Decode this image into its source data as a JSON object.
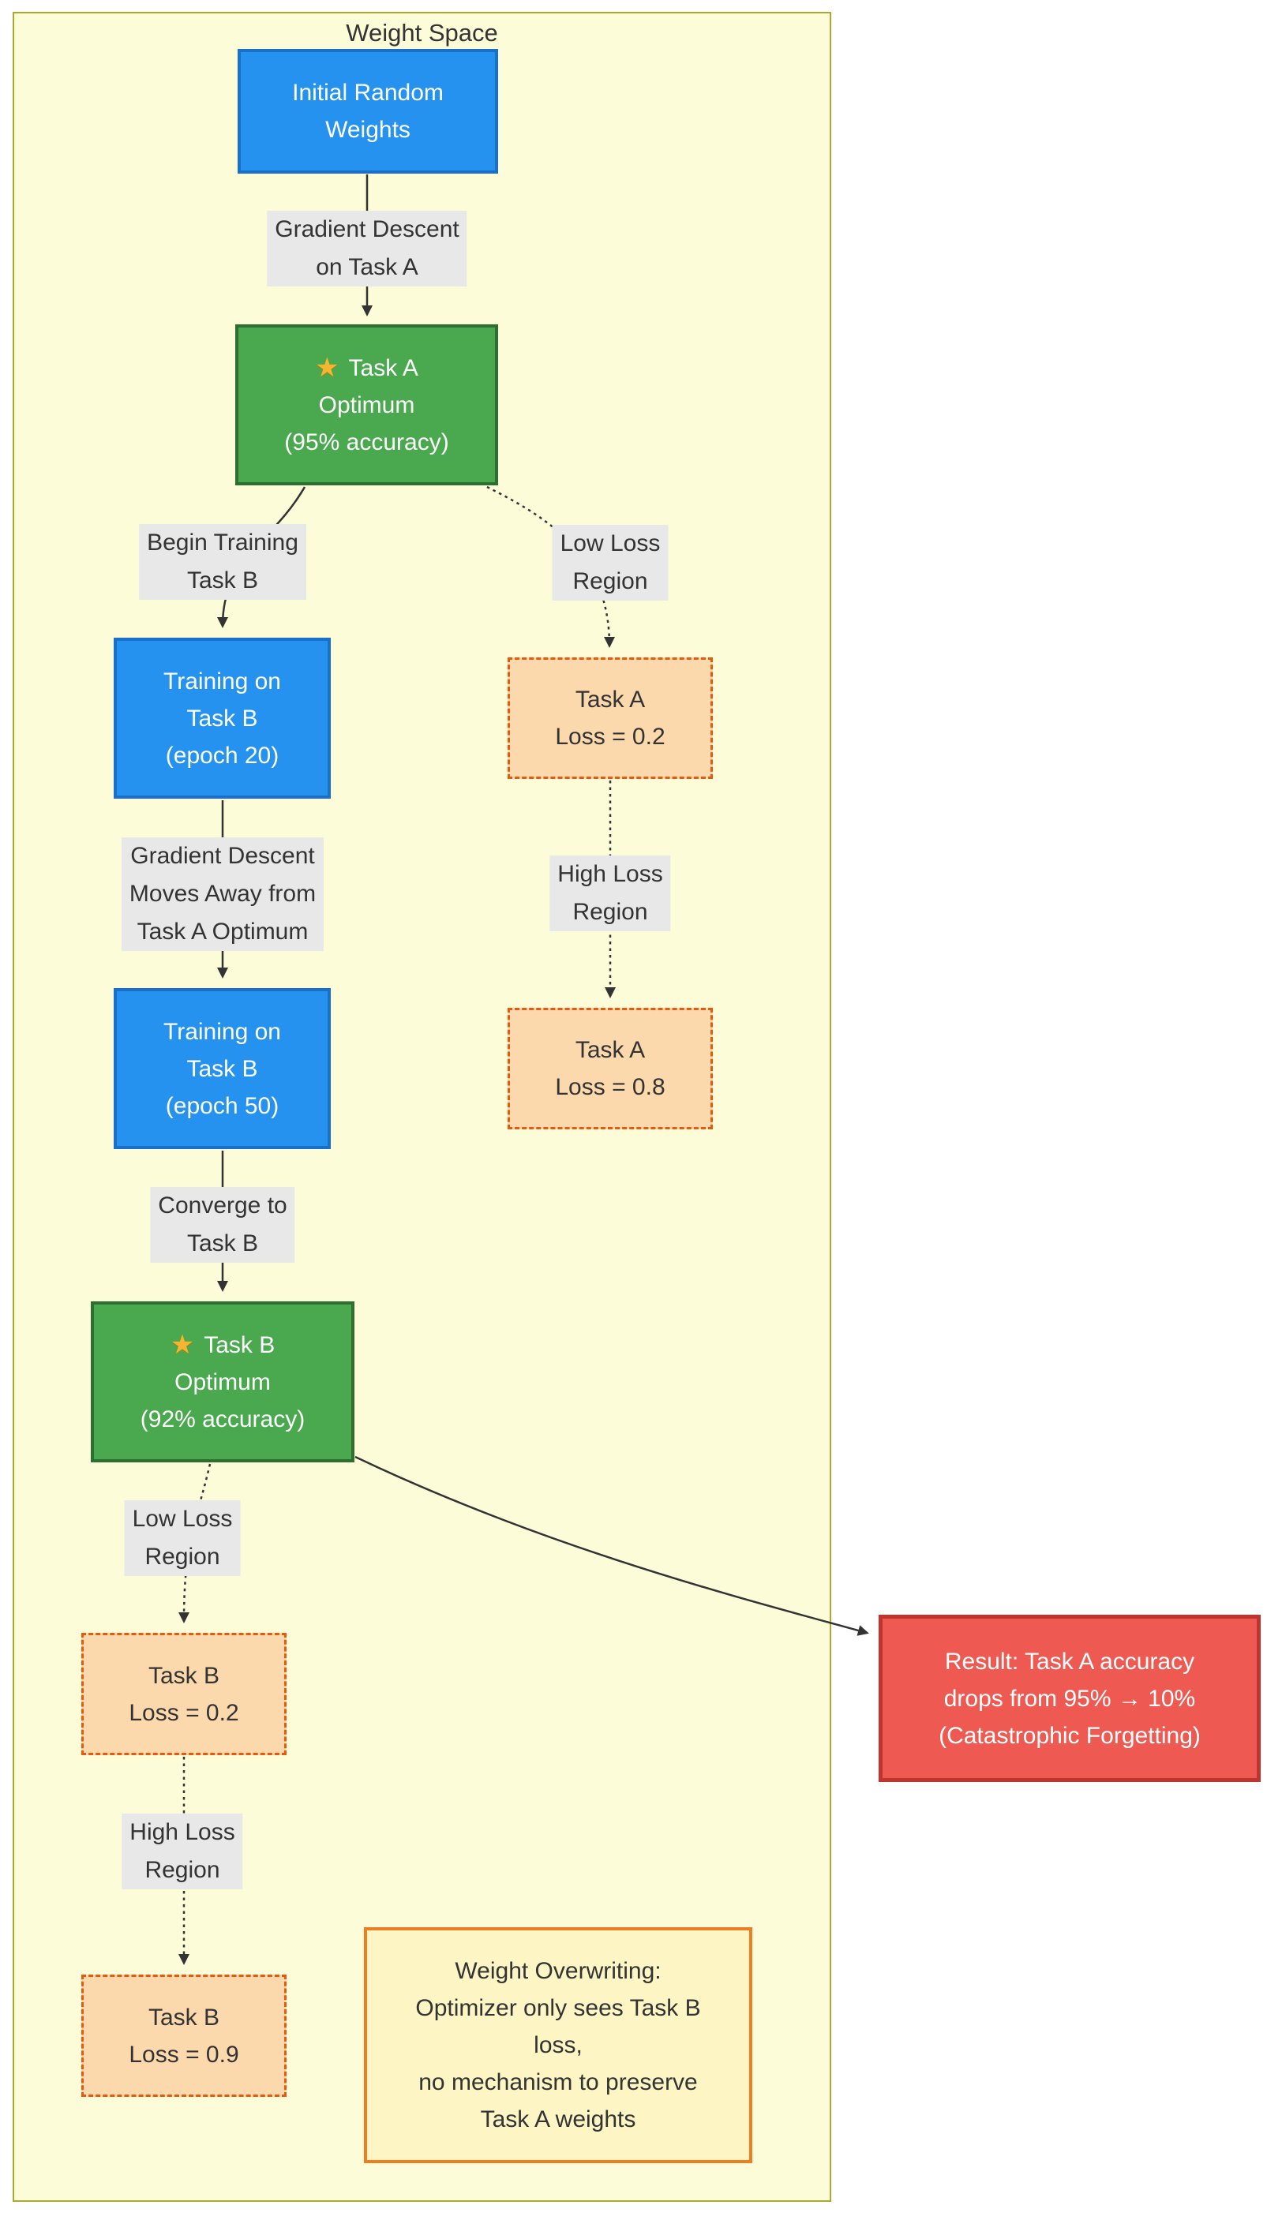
{
  "title": "Weight Space",
  "icons": {
    "star": "★"
  },
  "nodes": {
    "initial_weights": {
      "lines": [
        "Initial Random",
        "Weights"
      ]
    },
    "task_a_optimum": {
      "title_line": "Task A",
      "lines": [
        "Optimum",
        "(95% accuracy)"
      ]
    },
    "training_b_20": {
      "lines": [
        "Training on",
        "Task B",
        "(epoch 20)"
      ]
    },
    "task_a_loss_low": {
      "lines": [
        "Task A",
        "Loss = 0.2"
      ]
    },
    "training_b_50": {
      "lines": [
        "Training on",
        "Task B",
        "(epoch 50)"
      ]
    },
    "task_a_loss_high": {
      "lines": [
        "Task A",
        "Loss = 0.8"
      ]
    },
    "task_b_optimum": {
      "title_line": "Task B",
      "lines": [
        "Optimum",
        "(92% accuracy)"
      ]
    },
    "task_b_loss_low": {
      "lines": [
        "Task B",
        "Loss = 0.2"
      ]
    },
    "task_b_loss_high": {
      "lines": [
        "Task B",
        "Loss = 0.9"
      ]
    },
    "result": {
      "lines": [
        "Result: Task A accuracy",
        "drops from 95% → 10%",
        "(Catastrophic Forgetting)"
      ]
    },
    "note": {
      "lines": [
        "Weight Overwriting:",
        "Optimizer only sees Task B",
        "loss,",
        "no mechanism to preserve",
        "Task A weights"
      ]
    }
  },
  "edge_labels": {
    "gd_task_a": {
      "lines": [
        "Gradient Descent",
        "on Task A"
      ]
    },
    "begin_training_b": {
      "lines": [
        "Begin Training",
        "Task B"
      ]
    },
    "low_loss_a": {
      "lines": [
        "Low Loss",
        "Region"
      ]
    },
    "gd_moves_away": {
      "lines": [
        "Gradient Descent",
        "Moves Away from",
        "Task A Optimum"
      ]
    },
    "high_loss_a": {
      "lines": [
        "High Loss",
        "Region"
      ]
    },
    "converge_b": {
      "lines": [
        "Converge to",
        "Task B"
      ]
    },
    "low_loss_b": {
      "lines": [
        "Low Loss",
        "Region"
      ]
    },
    "high_loss_b": {
      "lines": [
        "High Loss",
        "Region"
      ]
    }
  },
  "colors": {
    "canvas_bg": "#ffffff",
    "cluster_fill": "#fdfcd9",
    "cluster_border": "#aaaa33",
    "process_fill": "#2492ee",
    "process_border": "#1a70c9",
    "optimum_fill": "#4aa84e",
    "optimum_border": "#2d6e31",
    "loss_fill": "#fbd9ac",
    "loss_border": "#e7590c",
    "label_bg": "#e8e8e8",
    "result_fill": "#ee5a52",
    "result_border": "#c03430",
    "note_fill": "#fdf5c3",
    "note_border": "#ee7e23",
    "edge_color": "#333333",
    "text_dark": "#333333",
    "text_light": "#ffffff",
    "star_color": "#f4b62f"
  }
}
